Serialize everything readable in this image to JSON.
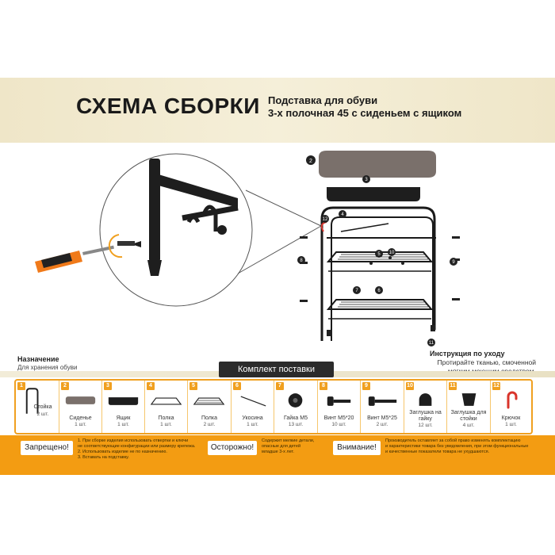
{
  "header": {
    "title": "СХЕМА СБОРКИ",
    "subtitle_line1": "Подставка для обуви",
    "subtitle_line2": "3-х полочная 45 с сиденьем с ящиком"
  },
  "diagram": {
    "callouts": [
      "2",
      "3",
      "4",
      "5",
      "6",
      "7",
      "8",
      "9",
      "10",
      "11",
      "12"
    ]
  },
  "purpose": {
    "heading": "Назначение",
    "text": "Для хранения обуви"
  },
  "care": {
    "heading": "Инструкция по уходу",
    "text": "Протирайте тканью, смоченной мягким моющим средством."
  },
  "kit": {
    "title": "Комплект поставки",
    "items": [
      {
        "num": "1",
        "name": "Стойка",
        "qty": "2 шт."
      },
      {
        "num": "2",
        "name": "Сиденье",
        "qty": "1 шт."
      },
      {
        "num": "3",
        "name": "Ящик",
        "qty": "1 шт."
      },
      {
        "num": "4",
        "name": "Полка",
        "qty": "1 шт."
      },
      {
        "num": "5",
        "name": "Полка",
        "qty": "2 шт."
      },
      {
        "num": "6",
        "name": "Укосина",
        "qty": "1 шт."
      },
      {
        "num": "7",
        "name": "Гайка M5",
        "qty": "13 шт."
      },
      {
        "num": "8",
        "name": "Винт M5*20",
        "qty": "10 шт."
      },
      {
        "num": "9",
        "name": "Винт M5*25",
        "qty": "2 шт."
      },
      {
        "num": "10",
        "name": "Заглушка на гайку",
        "qty": "12 шт."
      },
      {
        "num": "11",
        "name": "Заглушка для стойки",
        "qty": "4 шт."
      },
      {
        "num": "12",
        "name": "Крючок",
        "qty": "1 шт."
      }
    ]
  },
  "warnings": {
    "forbidden_label": "Запрещено!",
    "forbidden_lines": [
      "1. При сборке изделия использовать отвертки и ключи",
      "не соответствующие конфигурации или размеру крепежа.",
      "2. Использовать изделие не по назначению.",
      "3. Вставать на подставку."
    ],
    "careful_label": "Осторожно!",
    "careful_lines": [
      "Содержит мелкие детали,",
      "опасные для детей",
      "младше 3-х лет."
    ],
    "attention_label": "Внимание!",
    "attention_lines": [
      "Производитель оставляет за собой право изменять комплектацию",
      "и характеристики товара без уведомления, при этом функциональные",
      "и качественные показатели товара не ухудшаются."
    ]
  },
  "colors": {
    "accent": "#f39c12",
    "frame": "#1a1a1a",
    "seat": "#7a706b"
  }
}
